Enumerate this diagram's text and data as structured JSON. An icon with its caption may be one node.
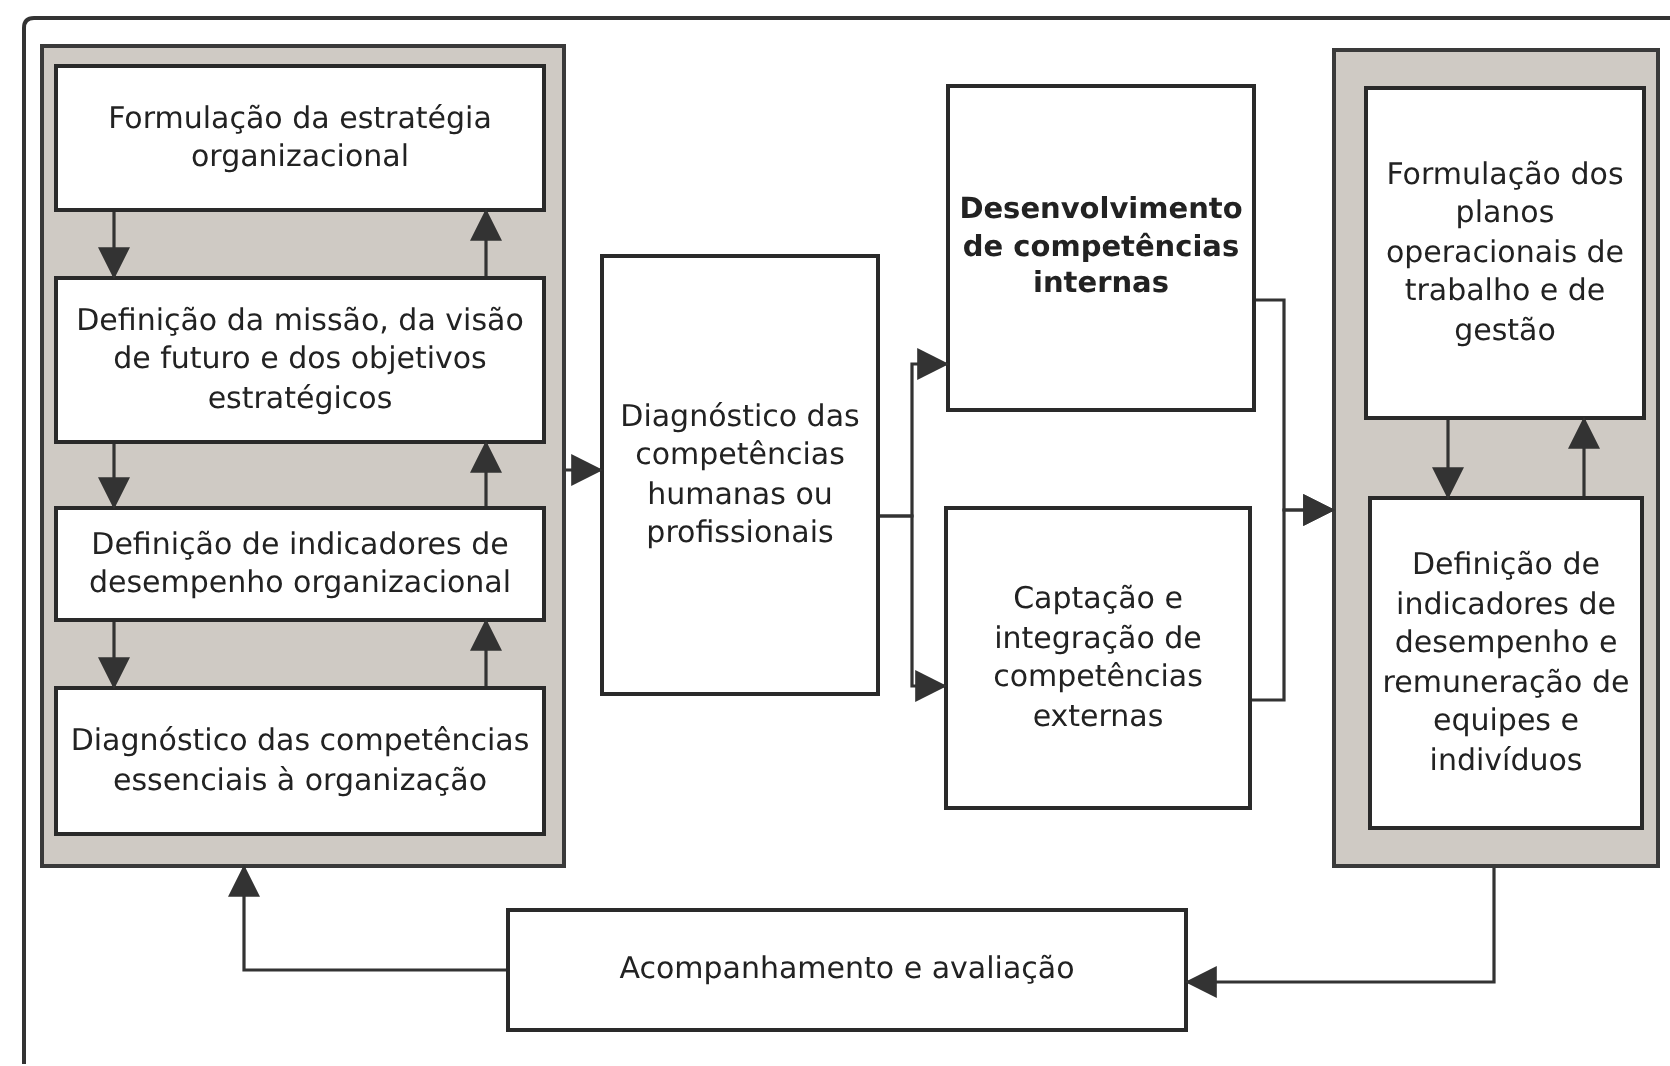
{
  "diagram": {
    "nodes": [
      {
        "text": [],
        "shape": "box"
      },
      {
        "text": [
          "Formulação da estratégia organizacional"
        ],
        "in": 0
      },
      {
        "text": [
          "Definição da missão, da visão de futuro e dos objetivos estratégicos"
        ],
        "in": 0
      },
      {
        "text": [
          "Definição de indicadores de desempenho organizacional"
        ],
        "in": 0
      },
      {
        "text": [
          "Diagnóstico das competências essenciais à organização"
        ],
        "in": 0
      },
      {
        "text": [
          "Diagnóstico das competências humanas ou profissionais"
        ]
      },
      {
        "text": [
          "Desenvolvimento de competências internas"
        ]
      },
      {
        "text": [
          "Captação e integração de competências externas"
        ]
      },
      {
        "text": [],
        "shape": "box"
      },
      {
        "text": [
          "Formulação dos planos operacionais de trabalho e de gestão"
        ],
        "in": 8
      },
      {
        "text": [
          "Definição de indicadores de desempenho e remuneração de equipes e indivíduos"
        ],
        "in": 8
      },
      {
        "text": [
          "Acompanhamento e avaliação"
        ]
      }
    ],
    "edges": [
      {
        "from": 1,
        "to": 2,
        "arrow": "to"
      },
      {
        "from": 2,
        "to": 1,
        "arrow": "to"
      },
      {
        "from": 2,
        "to": 3,
        "arrow": "to"
      },
      {
        "from": 3,
        "to": 2,
        "arrow": "to"
      },
      {
        "from": 3,
        "to": 4,
        "arrow": "to"
      },
      {
        "from": 4,
        "to": 3,
        "arrow": "to"
      },
      {
        "from": 0,
        "to": 5,
        "arrow": "to"
      },
      {
        "from": 5,
        "to": 6,
        "arrow": "to"
      },
      {
        "from": 5,
        "to": 7,
        "arrow": "to"
      },
      {
        "from": 6,
        "to": 8,
        "arrow": "to"
      },
      {
        "from": 7,
        "to": 8,
        "arrow": "to"
      },
      {
        "from": 9,
        "to": 10,
        "arrow": "to"
      },
      {
        "from": 10,
        "to": 9,
        "arrow": "to"
      },
      {
        "from": 8,
        "to": 11,
        "arrow": "to"
      },
      {
        "from": 11,
        "to": 0,
        "arrow": "to"
      }
    ]
  }
}
